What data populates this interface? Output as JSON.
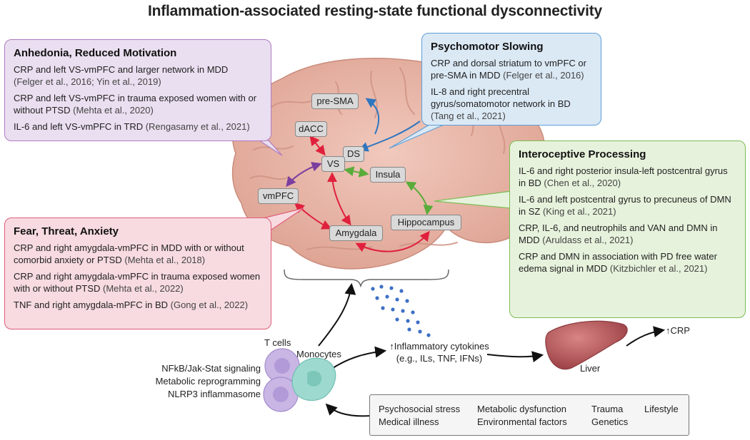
{
  "title": "Inflammation-associated resting-state functional dysconnectivity",
  "panels": {
    "anhedonia": {
      "heading": "Anhedonia, Reduced Motivation",
      "items": [
        {
          "text": "CRP and left VS-vmPFC and larger network in MDD",
          "ref": "(Felger et al., 2016; Yin et al., 2019)"
        },
        {
          "text": "CRP and left VS-vmPFC in trauma exposed women with or without PTSD",
          "ref": "(Mehta et al., 2020)"
        },
        {
          "text": "IL-6 and left VS-vmPFC in TRD",
          "ref": "(Rengasamy et al., 2021)"
        }
      ]
    },
    "psychomotor": {
      "heading": "Psychomotor Slowing",
      "items": [
        {
          "text": "CRP and dorsal striatum to vmPFC or pre-SMA in MDD",
          "ref": "(Felger et al., 2016)"
        },
        {
          "text": "IL-8 and right precentral gyrus/somatomotor network in BD",
          "ref": "(Tang et al., 2021)"
        }
      ]
    },
    "interoceptive": {
      "heading": "Interoceptive Processing",
      "items": [
        {
          "text": "IL-6 and right posterior insula-left postcentral gyrus in BD",
          "ref": "(Chen et al., 2020)"
        },
        {
          "text": "IL-6 and left postcentral gyrus to precuneus of DMN in SZ",
          "ref": "(King et al., 2021)"
        },
        {
          "text": "CRP, IL-6, and neutrophils and VAN and DMN in MDD",
          "ref": "(Aruldass et al., 2021)"
        },
        {
          "text": "CRP and DMN in association with PD free water edema signal in MDD",
          "ref": "(Kitzbichler et al., 2021)"
        }
      ]
    },
    "fear": {
      "heading": "Fear, Threat, Anxiety",
      "items": [
        {
          "text": "CRP and right amygdala-vmPFC in MDD with or without comorbid anxiety or PTSD",
          "ref": "(Mehta et al., 2018)"
        },
        {
          "text": "CRP and right amygdala-vmPFC in trauma exposed women with or without PTSD",
          "ref": "(Mehta et al., 2022)"
        },
        {
          "text": "TNF and right amygdala-mPFC in BD",
          "ref": "(Gong et al., 2022)"
        }
      ]
    }
  },
  "regions": {
    "pre_sma": "pre-SMA",
    "dacc": "dACC",
    "ds": "DS",
    "vs": "VS",
    "insula": "Insula",
    "vmpfc": "vmPFC",
    "amygdala": "Amygdala",
    "hippocampus": "Hippocampus"
  },
  "immune": {
    "t_cells": "T cells",
    "monocytes": "Monocytes",
    "pathways": [
      "NFkB/Jak-Stat signaling",
      "Metabolic reprogramming",
      "NLRP3 inflammasome"
    ],
    "cytokines_line1": "↑Inflammatory cytokines",
    "cytokines_line2": "(e.g., ILs, TNF, IFNs)",
    "liver": "Liver",
    "crp": "↑CRP"
  },
  "factors": [
    "Psychosocial stress",
    "Metabolic dysfunction",
    "Trauma",
    "Lifestyle",
    "Medical illness",
    "Environmental factors",
    "Genetics"
  ],
  "colors": {
    "anhedonia_arrow": "#7b3fa0",
    "psychomotor_arrow": "#2f76c0",
    "interoceptive_arrow": "#5aac3a",
    "fear_arrow": "#e0203c",
    "brain": "#e8b7a9",
    "liver": "#b4575a",
    "cytokine_dots": "#3d6fc6",
    "t_cell": "#c9b6e4",
    "monocyte": "#9ed9cf"
  }
}
